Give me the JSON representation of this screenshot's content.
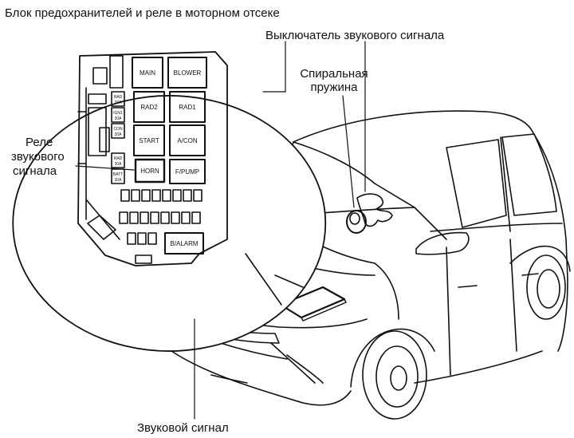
{
  "labels": {
    "fuse_block": "Блок предохранителей и реле в моторном отсеке",
    "horn_switch": "Выключатель звукового сигнала",
    "spiral_spring_line1": "Спиральная",
    "spiral_spring_line2": "пружина",
    "horn_relay_line1": "Реле",
    "horn_relay_line2": "звукового",
    "horn_relay_line3": "сигнала",
    "horn": "Звуковой сигнал"
  },
  "relays": {
    "main": "MAIN",
    "blower": "BLOWER",
    "rad2": "RAD2",
    "rad1": "RAD1",
    "start": "START",
    "acon": "A/CON",
    "horn": "HORN",
    "fpump": "F/PUMP",
    "balarm": "B/ALARM"
  },
  "fuses": {
    "f1a": "RAD",
    "f1b": "30A",
    "f2a": "IGN1",
    "f2b": "30A",
    "f3a": "CON",
    "f3b": "30A",
    "f4a": "RAD",
    "f4b": "30A",
    "f5a": "BATT",
    "f5b": "30A"
  }
}
